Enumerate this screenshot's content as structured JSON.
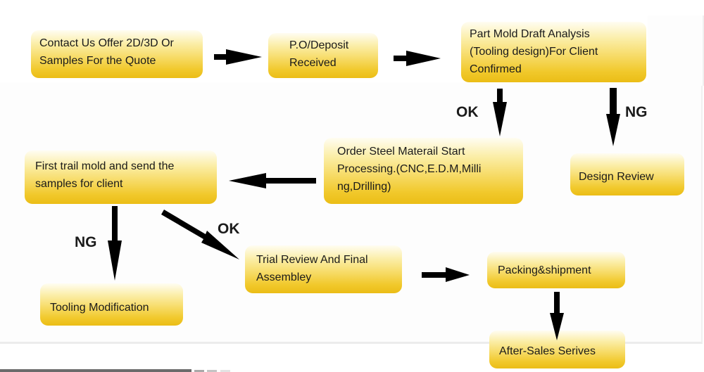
{
  "diagram": {
    "title": "",
    "colors": {
      "box_top": "#fffdf2",
      "box_bottom": "#ebbd16",
      "arrow": "#000000",
      "text": "#1a1a1a"
    },
    "steps": [
      {
        "id": "contact",
        "text": "Contact Us Offer 2D/3D Or\nSamples For the Quote"
      },
      {
        "id": "po",
        "text": "P.O/Deposit\nReceived"
      },
      {
        "id": "analysis",
        "text": "Part Mold Draft Analysis\n(Tooling design)For Client\nConfirmed"
      },
      {
        "id": "design-review",
        "text": "Design Review"
      },
      {
        "id": "order-steel",
        "text": "Order Steel Materail Start\nProcessing.(CNC,E.D.M,Milli\nng,Drilling)"
      },
      {
        "id": "first-trail",
        "text": "First trail mold and send the\nsamples for client"
      },
      {
        "id": "tooling-mod",
        "text": "Tooling Modification"
      },
      {
        "id": "trial-review",
        "text": "Trial Review And Final\nAssembley"
      },
      {
        "id": "packing",
        "text": "Packing&shipment"
      },
      {
        "id": "after-sales",
        "text": "After-Sales Serives"
      }
    ],
    "edge_labels": {
      "analysis_ok": "OK",
      "analysis_ng": "NG",
      "trail_ng": "NG",
      "trail_ok": "OK"
    },
    "edges": [
      {
        "from": "contact",
        "to": "po",
        "label": ""
      },
      {
        "from": "po",
        "to": "analysis",
        "label": ""
      },
      {
        "from": "analysis",
        "to": "order-steel",
        "label": "OK"
      },
      {
        "from": "analysis",
        "to": "design-review",
        "label": "NG"
      },
      {
        "from": "order-steel",
        "to": "first-trail",
        "label": ""
      },
      {
        "from": "first-trail",
        "to": "tooling-mod",
        "label": "NG"
      },
      {
        "from": "first-trail",
        "to": "trial-review",
        "label": "OK"
      },
      {
        "from": "trial-review",
        "to": "packing",
        "label": ""
      },
      {
        "from": "packing",
        "to": "after-sales",
        "label": ""
      }
    ]
  }
}
